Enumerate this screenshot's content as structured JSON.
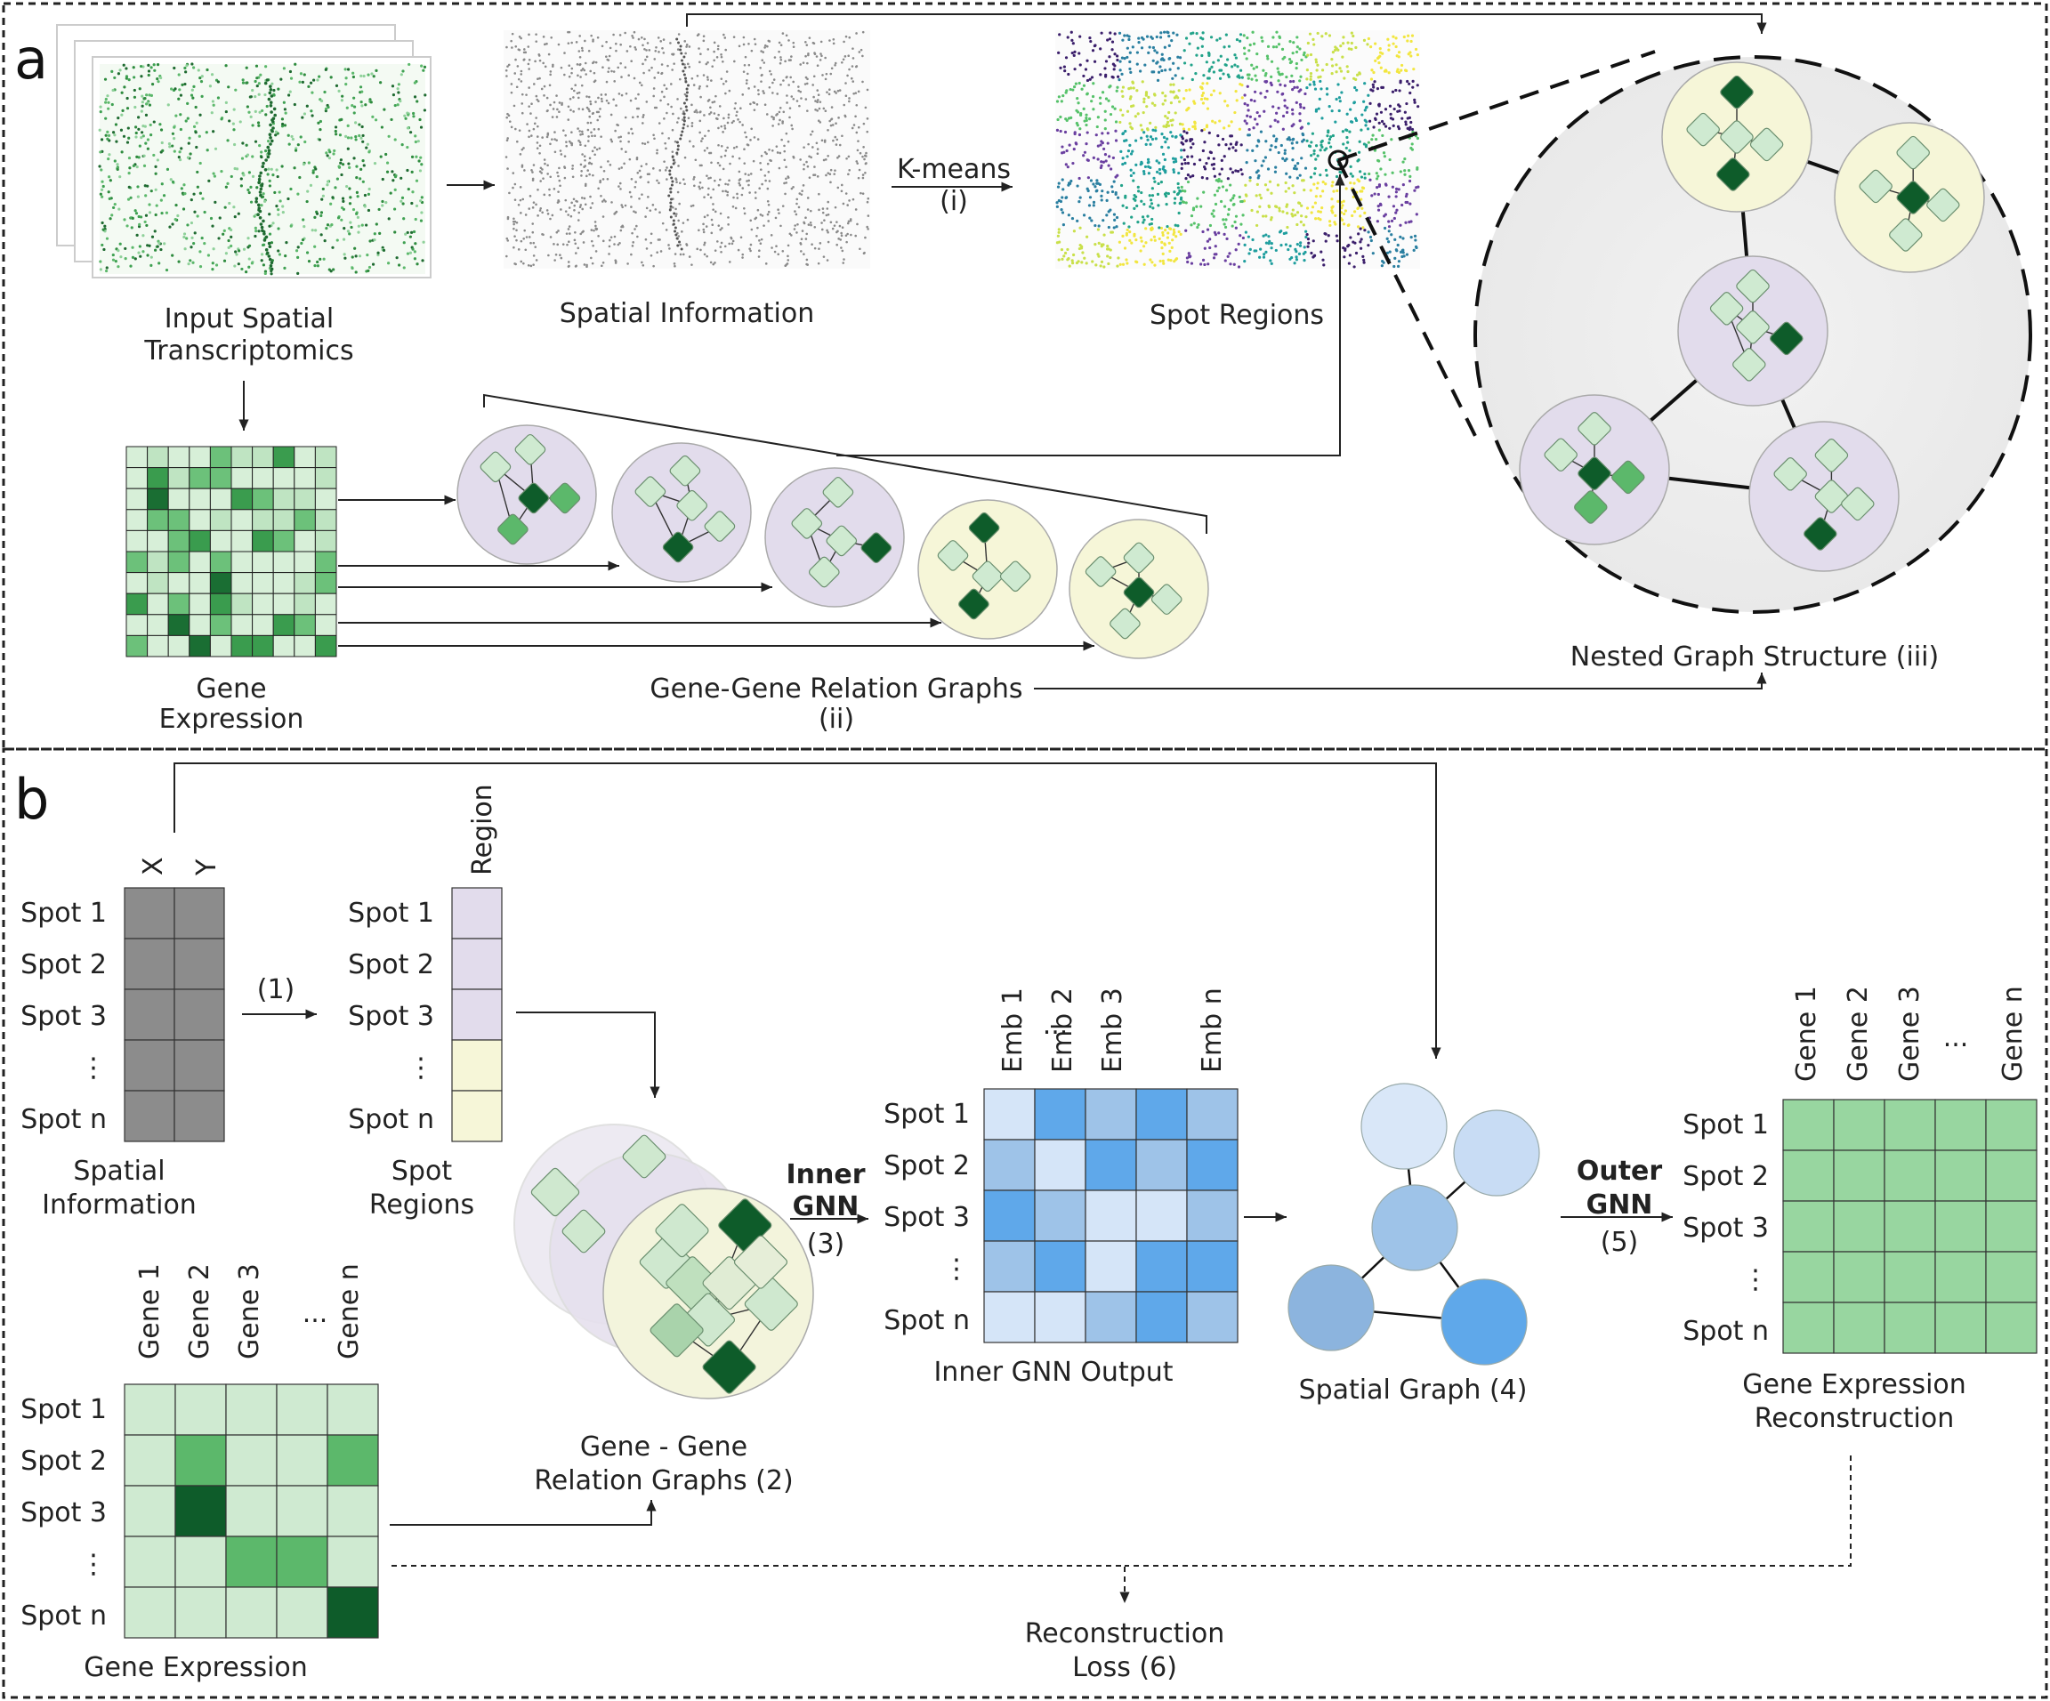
{
  "panel_a": {
    "letter": "a",
    "input_label": [
      "Input Spatial",
      "Transcriptomics"
    ],
    "spatial_info_label": "Spatial Information",
    "kmeans_label": "K-means",
    "kmeans_step": "(i)",
    "spot_regions_label": "Spot Regions",
    "gene_expression_label": [
      "Gene",
      "Expression"
    ],
    "relation_graphs_label": [
      "Gene-Gene Relation Graphs",
      "(ii)"
    ],
    "nested_label": "Nested Graph Structure (iii)"
  },
  "panel_b": {
    "letter": "b",
    "xy_cols": [
      "X",
      "Y"
    ],
    "spot_rows": [
      "Spot 1",
      "Spot 2",
      "Spot 3",
      "⋮",
      "Spot n"
    ],
    "spatial_info_label": [
      "Spatial",
      "Information"
    ],
    "step1": "(1)",
    "region_col": "Region",
    "spot_regions_label": [
      "Spot",
      "Regions"
    ],
    "gene_cols": [
      "Gene 1",
      "Gene 2",
      "Gene 3",
      "...",
      "Gene n"
    ],
    "gene_expression_label": "Gene Expression",
    "relation_graphs_label": [
      "Gene - Gene",
      "Relation Graphs (2)"
    ],
    "inner_gnn": [
      "Inner",
      "GNN",
      "(3)"
    ],
    "emb_cols": [
      "Emb 1",
      "Emb 2",
      "Emb 3",
      "...",
      "Emb n"
    ],
    "inner_output_label": "Inner GNN Output",
    "spatial_graph_label": "Spatial Graph (4)",
    "outer_gnn": [
      "Outer",
      "GNN",
      "(5)"
    ],
    "recon_cols": [
      "Gene 1",
      "Gene 2",
      "Gene 3",
      "...",
      "Gene n"
    ],
    "recon_label": [
      "Gene Expression",
      "Reconstruction"
    ],
    "loss_label": [
      "Reconstruction",
      "Loss (6)"
    ]
  },
  "colors": {
    "purple_region": "#e2dcec",
    "yellow_region": "#f6f6d8",
    "green_light": "#cfead1",
    "green_mid": "#5cb86b",
    "green_dark": "#0e5c2a",
    "blue_light": "#d5e5f8",
    "blue_mid": "#9ec3e8",
    "blue_strong": "#5fa8ea",
    "gray_cell": "#8c8c8c"
  }
}
